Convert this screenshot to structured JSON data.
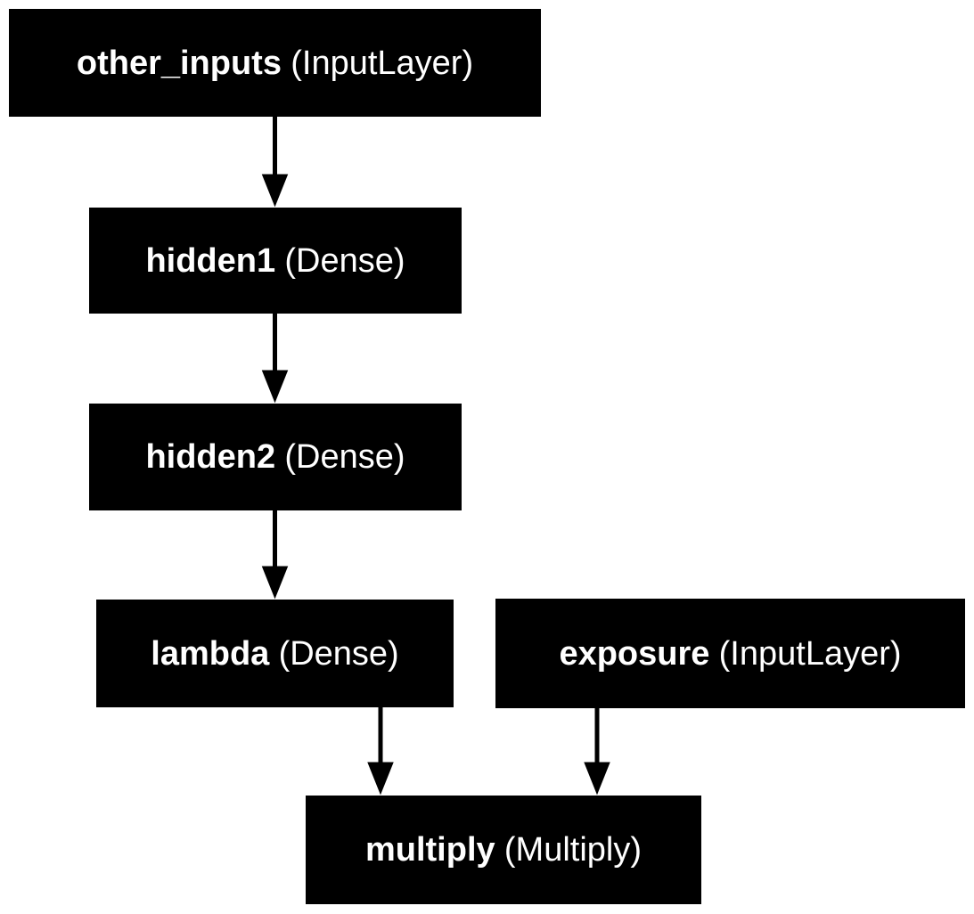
{
  "diagram": {
    "kind": "neural-network-layer-graph",
    "colors": {
      "background": "#ffffff",
      "node_fill": "#000000",
      "node_text": "#ffffff",
      "edge": "#000000"
    },
    "nodes": [
      {
        "id": "other_inputs",
        "name": "other_inputs",
        "type_label": "(InputLayer)"
      },
      {
        "id": "hidden1",
        "name": "hidden1",
        "type_label": "(Dense)"
      },
      {
        "id": "hidden2",
        "name": "hidden2",
        "type_label": "(Dense)"
      },
      {
        "id": "lambda",
        "name": "lambda",
        "type_label": "(Dense)"
      },
      {
        "id": "exposure",
        "name": "exposure",
        "type_label": "(InputLayer)"
      },
      {
        "id": "multiply",
        "name": "multiply",
        "type_label": "(Multiply)"
      }
    ],
    "edges": [
      {
        "from": "other_inputs",
        "to": "hidden1"
      },
      {
        "from": "hidden1",
        "to": "hidden2"
      },
      {
        "from": "hidden2",
        "to": "lambda"
      },
      {
        "from": "lambda",
        "to": "multiply"
      },
      {
        "from": "exposure",
        "to": "multiply"
      }
    ]
  }
}
